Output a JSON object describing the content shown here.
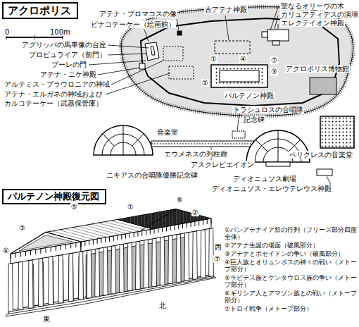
{
  "diagram": {
    "nodes": [
      {
        "text": [
          "アクロポリス"
        ]
      },
      {
        "text": [
          "パルテノン神殿復元図"
        ]
      }
    ],
    "labels": [
      "0",
      "100m",
      "アテナ・プロマコスの像",
      "ピナコテーケー（絵画館）",
      "古アテナ神殿",
      "聖なるオリーヴの木",
      "カリュアティデスの演壇",
      "エレクテイオン神殿",
      "アグリッパの馬車像の台座",
      "プロピュライア（前門）",
      "ブーレの門",
      "アテナ・ニケ神殿",
      "アルテミス・ブラウロニアの神域",
      "アテナ・エルガネの神域および",
      "カルコテーケー（武器保管庫）",
      "アクロポリス博物館",
      "パルテノン神殿",
      "音楽堂",
      "トラシュロスの合唱隊",
      "記念碑",
      "ペリクレスの音楽堂",
      "エウメネスの列柱廊",
      "アスクレピエイオン",
      "ニキアスの合唱隊優勝記念碑",
      "ディオニュソス劇場",
      "ディオニュソス・エレウテレウス神殿",
      "①",
      "④",
      "③",
      "②",
      "⑦",
      "東",
      "北",
      "西",
      "⑤",
      "①",
      "⑥",
      "④",
      "③",
      "②",
      "⑦",
      "①パンアテナイア祭の行列（フリーズ部分四面全体）",
      "②アテナ生誕の場面（破風部分）",
      "③アテナとポセイドンの争い（破風部分）",
      "④巨人族とオリュンポスの神々の戦い（メトープ部分）",
      "⑤ラピテス族とケンタウロス族の争い（メトープ部分）",
      "⑥ギリシア人とアマゾン族との戦い（メトープ部分）",
      "⑦トロイ戦争（メトープ部分）"
    ]
  }
}
